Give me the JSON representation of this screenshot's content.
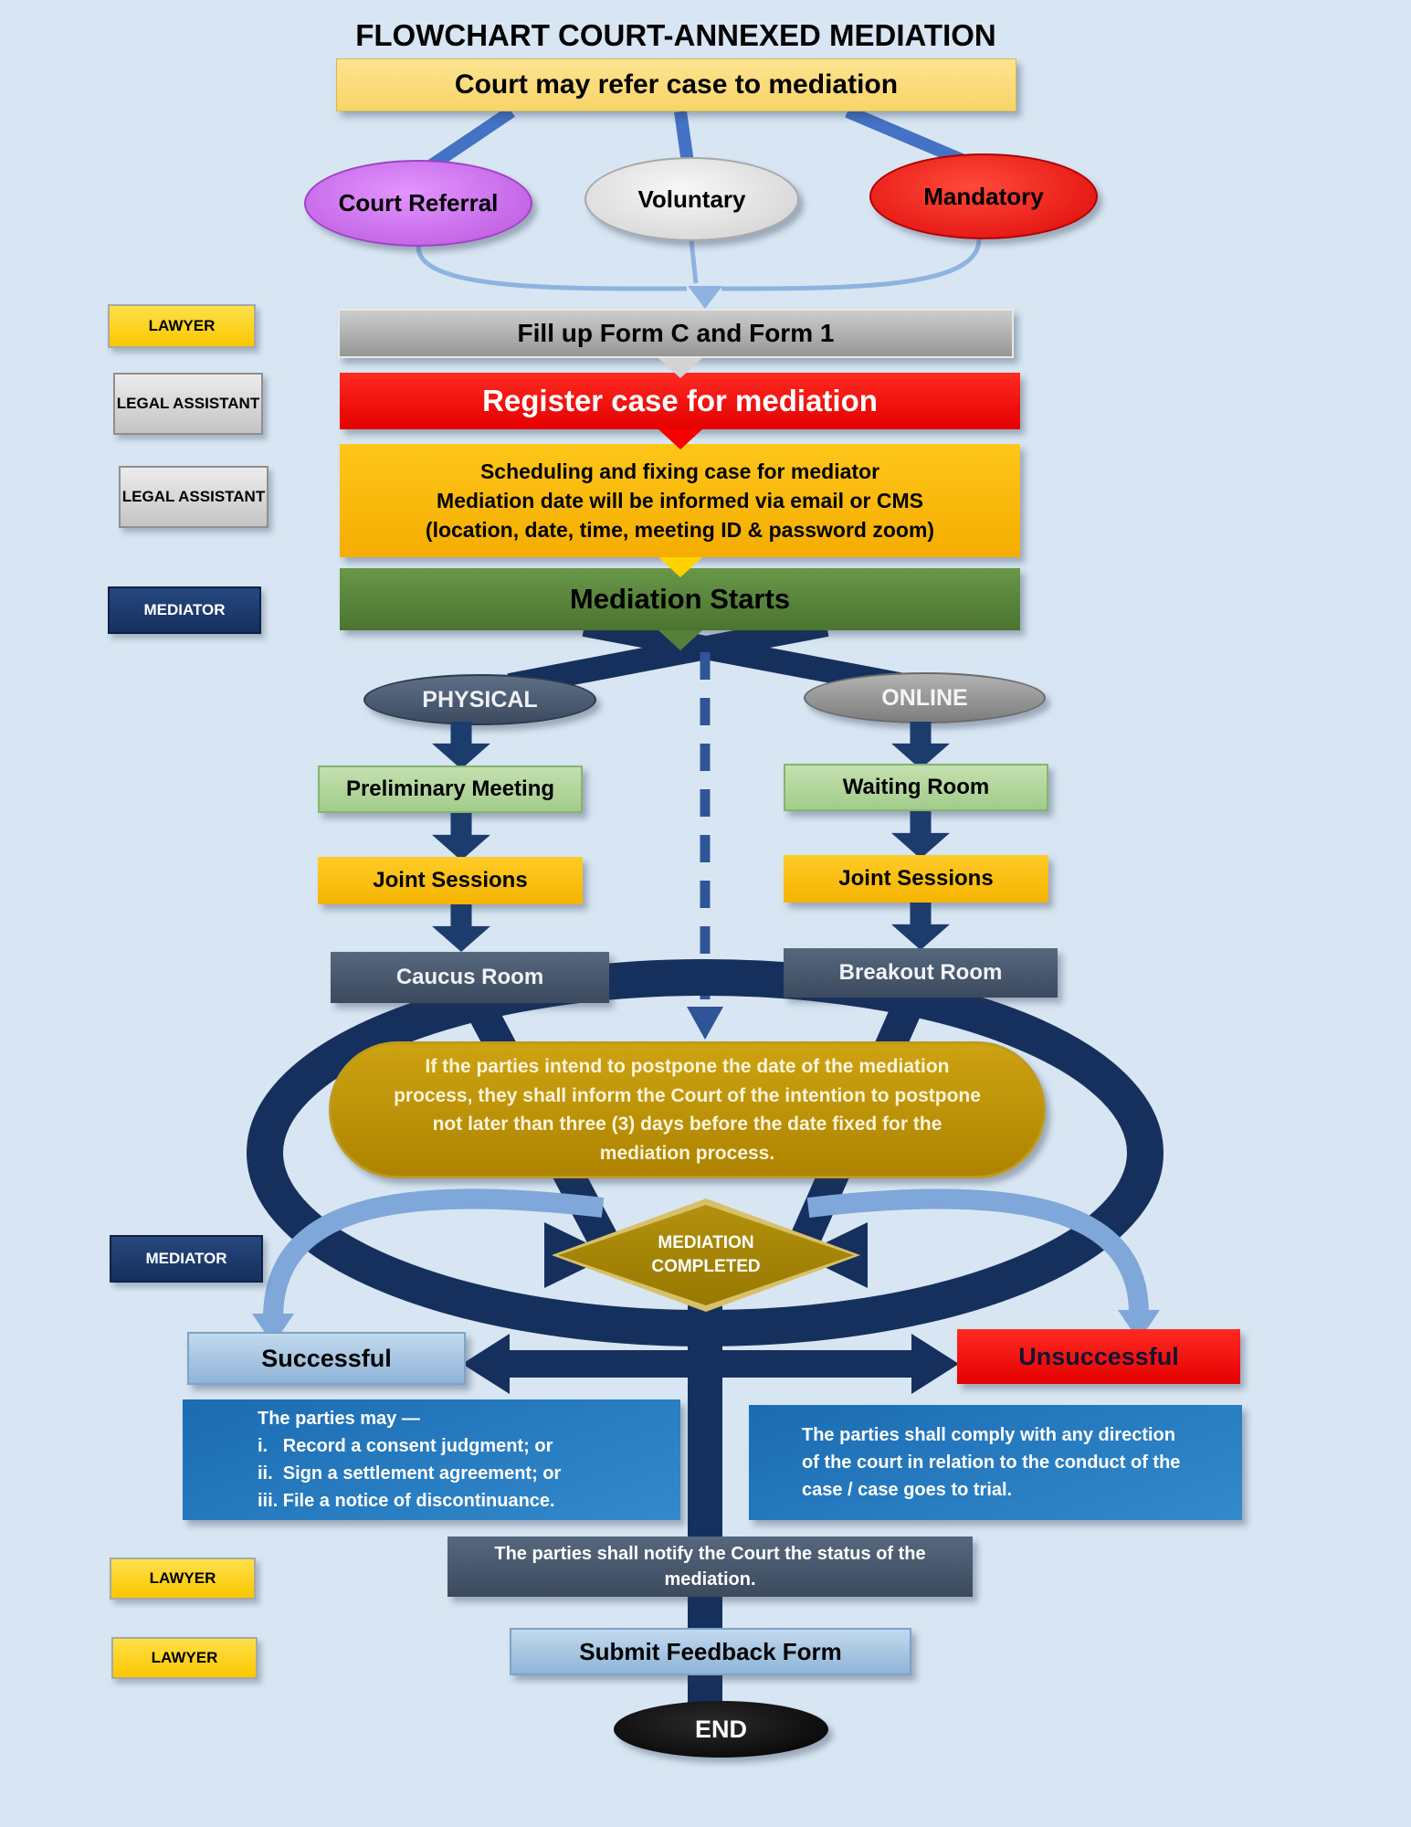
{
  "title": "FLOWCHART COURT-ANNEXED MEDIATION",
  "top_box": {
    "label": "Court may refer case to mediation"
  },
  "referrals": {
    "court": "Court Referral",
    "voluntary": "Voluntary",
    "mandatory": "Mandatory"
  },
  "roles": {
    "lawyer_top": "LAWYER",
    "legal_assistant_1": "LEGAL ASSISTANT",
    "legal_assistant_2": "LEGAL ASSISTANT",
    "mediator_1": "MEDIATOR",
    "mediator_2": "MEDIATOR",
    "lawyer_notify": "LAWYER",
    "lawyer_feedback": "LAWYER"
  },
  "process": {
    "fill_form": "Fill up Form C and Form 1",
    "register": "Register case for mediation",
    "scheduling": {
      "line1": "Scheduling and fixing case for mediator",
      "line2": "Mediation date will be informed via email or CMS",
      "line3": "(location, date, time, meeting ID & password zoom)"
    },
    "mediation_starts": "Mediation Starts"
  },
  "modes": {
    "physical": {
      "label": "PHYSICAL",
      "steps": [
        "Preliminary Meeting",
        "Joint Sessions",
        "Caucus Room"
      ]
    },
    "online": {
      "label": "ONLINE",
      "steps": [
        "Waiting Room",
        "Joint Sessions",
        "Breakout Room"
      ]
    }
  },
  "postpone_note": "If the parties intend to postpone the date of the mediation process, they shall inform the Court of the intention to postpone not later than three (3) days before the date fixed for the mediation process.",
  "decision": {
    "line1": "MEDIATION",
    "line2": "COMPLETED"
  },
  "outcomes": {
    "successful": {
      "label": "Successful",
      "intro": "The parties may —",
      "items": [
        "i.   Record a consent judgment; or",
        "ii.  Sign a settlement agreement; or",
        "iii. File a notice of discontinuance."
      ]
    },
    "unsuccessful": {
      "label": "Unsuccessful",
      "detail": "The parties shall comply with any direction of the court in relation to the conduct of the case / case goes to trial."
    }
  },
  "closing": {
    "notify": "The parties shall notify the Court the status of the mediation.",
    "feedback": "Submit Feedback Form",
    "end": "END"
  },
  "colors": {
    "background": "#d8e6f3",
    "navy": "#16305e",
    "steel_blue": "#4472c4",
    "yellow": "#ffd21f",
    "amber": "#ffc000",
    "red": "#f60000",
    "green": "#55803a",
    "gold": "#bf9000",
    "light_blue": "#9dc3e6",
    "slate": "#44546a",
    "purple": "#c964e8"
  }
}
